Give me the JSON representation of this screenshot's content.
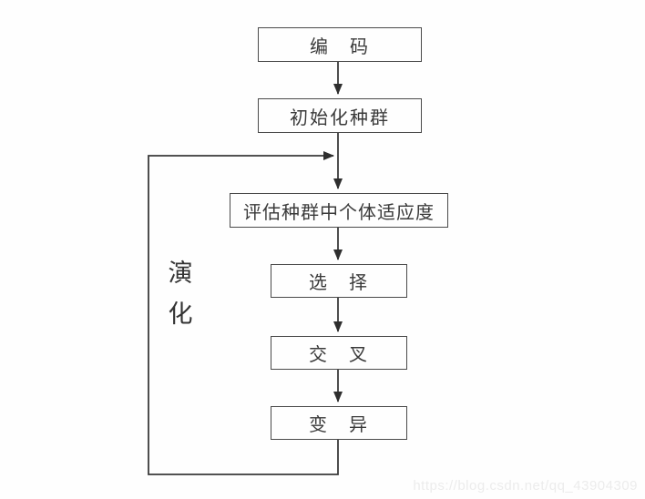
{
  "diagram": {
    "type": "flowchart",
    "nodes": [
      {
        "id": "encode",
        "label": "编　码"
      },
      {
        "id": "init",
        "label": "初始化种群"
      },
      {
        "id": "evaluate",
        "label": "评估种群中个体适应度"
      },
      {
        "id": "select",
        "label": "选　择"
      },
      {
        "id": "crossover",
        "label": "交　叉"
      },
      {
        "id": "mutate",
        "label": "变　异"
      }
    ],
    "edges": [
      {
        "from": "encode",
        "to": "init"
      },
      {
        "from": "init",
        "to": "evaluate"
      },
      {
        "from": "evaluate",
        "to": "select"
      },
      {
        "from": "select",
        "to": "crossover"
      },
      {
        "from": "crossover",
        "to": "mutate"
      },
      {
        "from": "mutate",
        "to": "evaluate",
        "type": "feedback-loop",
        "label": "演化"
      }
    ],
    "loop_label": {
      "chars": [
        "演",
        "化"
      ]
    }
  },
  "watermark": "https://blog.csdn.net/qq_43904309",
  "colors": {
    "line": "#3a3a3a",
    "arrowhead": "#2e2e2e",
    "box_border": "#4a4a4a",
    "text": "#3a3a3a",
    "watermark": "#ececec",
    "background": "#fefefe"
  }
}
